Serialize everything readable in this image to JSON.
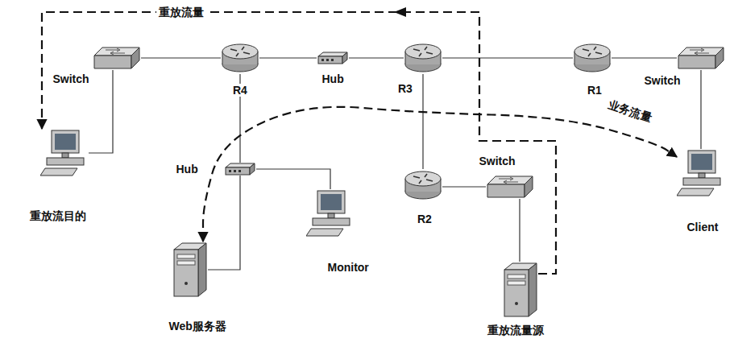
{
  "diagram": {
    "nodes": [
      {
        "text": [
          "Switch"
        ]
      },
      {
        "text": [
          "R4"
        ]
      },
      {
        "text": [
          "Hub"
        ]
      },
      {
        "text": [
          "R3"
        ]
      },
      {
        "text": [
          "R1"
        ]
      },
      {
        "text": [
          "Switch"
        ]
      },
      {
        "text": [
          "Client"
        ]
      },
      {
        "text": [
          "Hub"
        ]
      },
      {
        "text": [
          "Monitor"
        ]
      },
      {
        "text": [
          "R2"
        ]
      },
      {
        "text": [
          "Switch"
        ]
      },
      {
        "text": [
          "重放流量源"
        ]
      },
      {
        "text": [
          "Web服务器"
        ]
      },
      {
        "text": [
          "重放流目的"
        ]
      }
    ],
    "edges": [
      {
        "from": 0,
        "to": 1,
        "arrow": "none"
      },
      {
        "from": 1,
        "to": 2,
        "arrow": "none"
      },
      {
        "from": 2,
        "to": 3,
        "arrow": "none"
      },
      {
        "from": 3,
        "to": 4,
        "arrow": "none"
      },
      {
        "from": 4,
        "to": 5,
        "arrow": "none"
      },
      {
        "from": 5,
        "to": 6,
        "arrow": "none"
      },
      {
        "from": 0,
        "to": 13,
        "arrow": "none"
      },
      {
        "from": 1,
        "to": 7,
        "arrow": "none"
      },
      {
        "from": 7,
        "to": 12,
        "arrow": "none"
      },
      {
        "from": 7,
        "to": 8,
        "arrow": "none"
      },
      {
        "from": 3,
        "to": 9,
        "arrow": "none"
      },
      {
        "from": 9,
        "to": 10,
        "arrow": "none"
      },
      {
        "from": 10,
        "to": 11,
        "arrow": "none"
      },
      {
        "from": 11,
        "to": 13,
        "label": "重放流量",
        "arrow": "to"
      },
      {
        "from": 12,
        "to": 6,
        "label": "业务流量",
        "arrow": "both"
      }
    ]
  }
}
